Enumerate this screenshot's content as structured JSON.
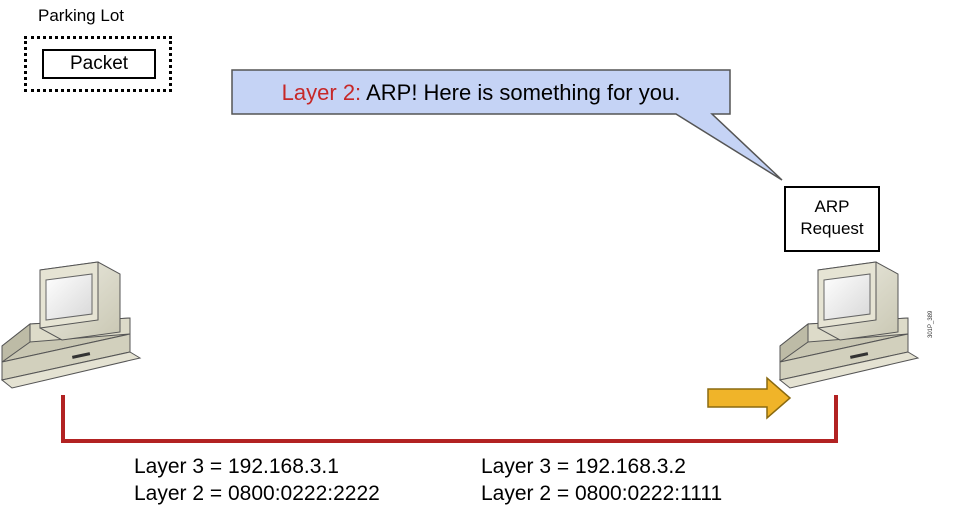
{
  "parking_lot": {
    "title": "Parking Lot",
    "packet_label": "Packet"
  },
  "callout": {
    "prefix": "Layer 2:",
    "message": "ARP! Here is something for you.",
    "prefix_color": "#c62828",
    "fill_color": "#c5d3f5"
  },
  "arp_request": {
    "line1": "ARP",
    "line2": "Request"
  },
  "hosts": [
    {
      "side": "left",
      "icon": "desktop-computer-icon",
      "layer3": "Layer 3 = 192.168.3.1",
      "layer2": "Layer 2 = 0800:0222:2222"
    },
    {
      "side": "right",
      "icon": "desktop-computer-icon",
      "layer3": "Layer 3 = 192.168.3.2",
      "layer2": "Layer 2 = 0800:0222:1111"
    }
  ],
  "arrow": {
    "icon": "right-arrow-icon",
    "color": "#f0b429"
  },
  "network_line_color": "#b22222",
  "figure_id": "301P_389"
}
